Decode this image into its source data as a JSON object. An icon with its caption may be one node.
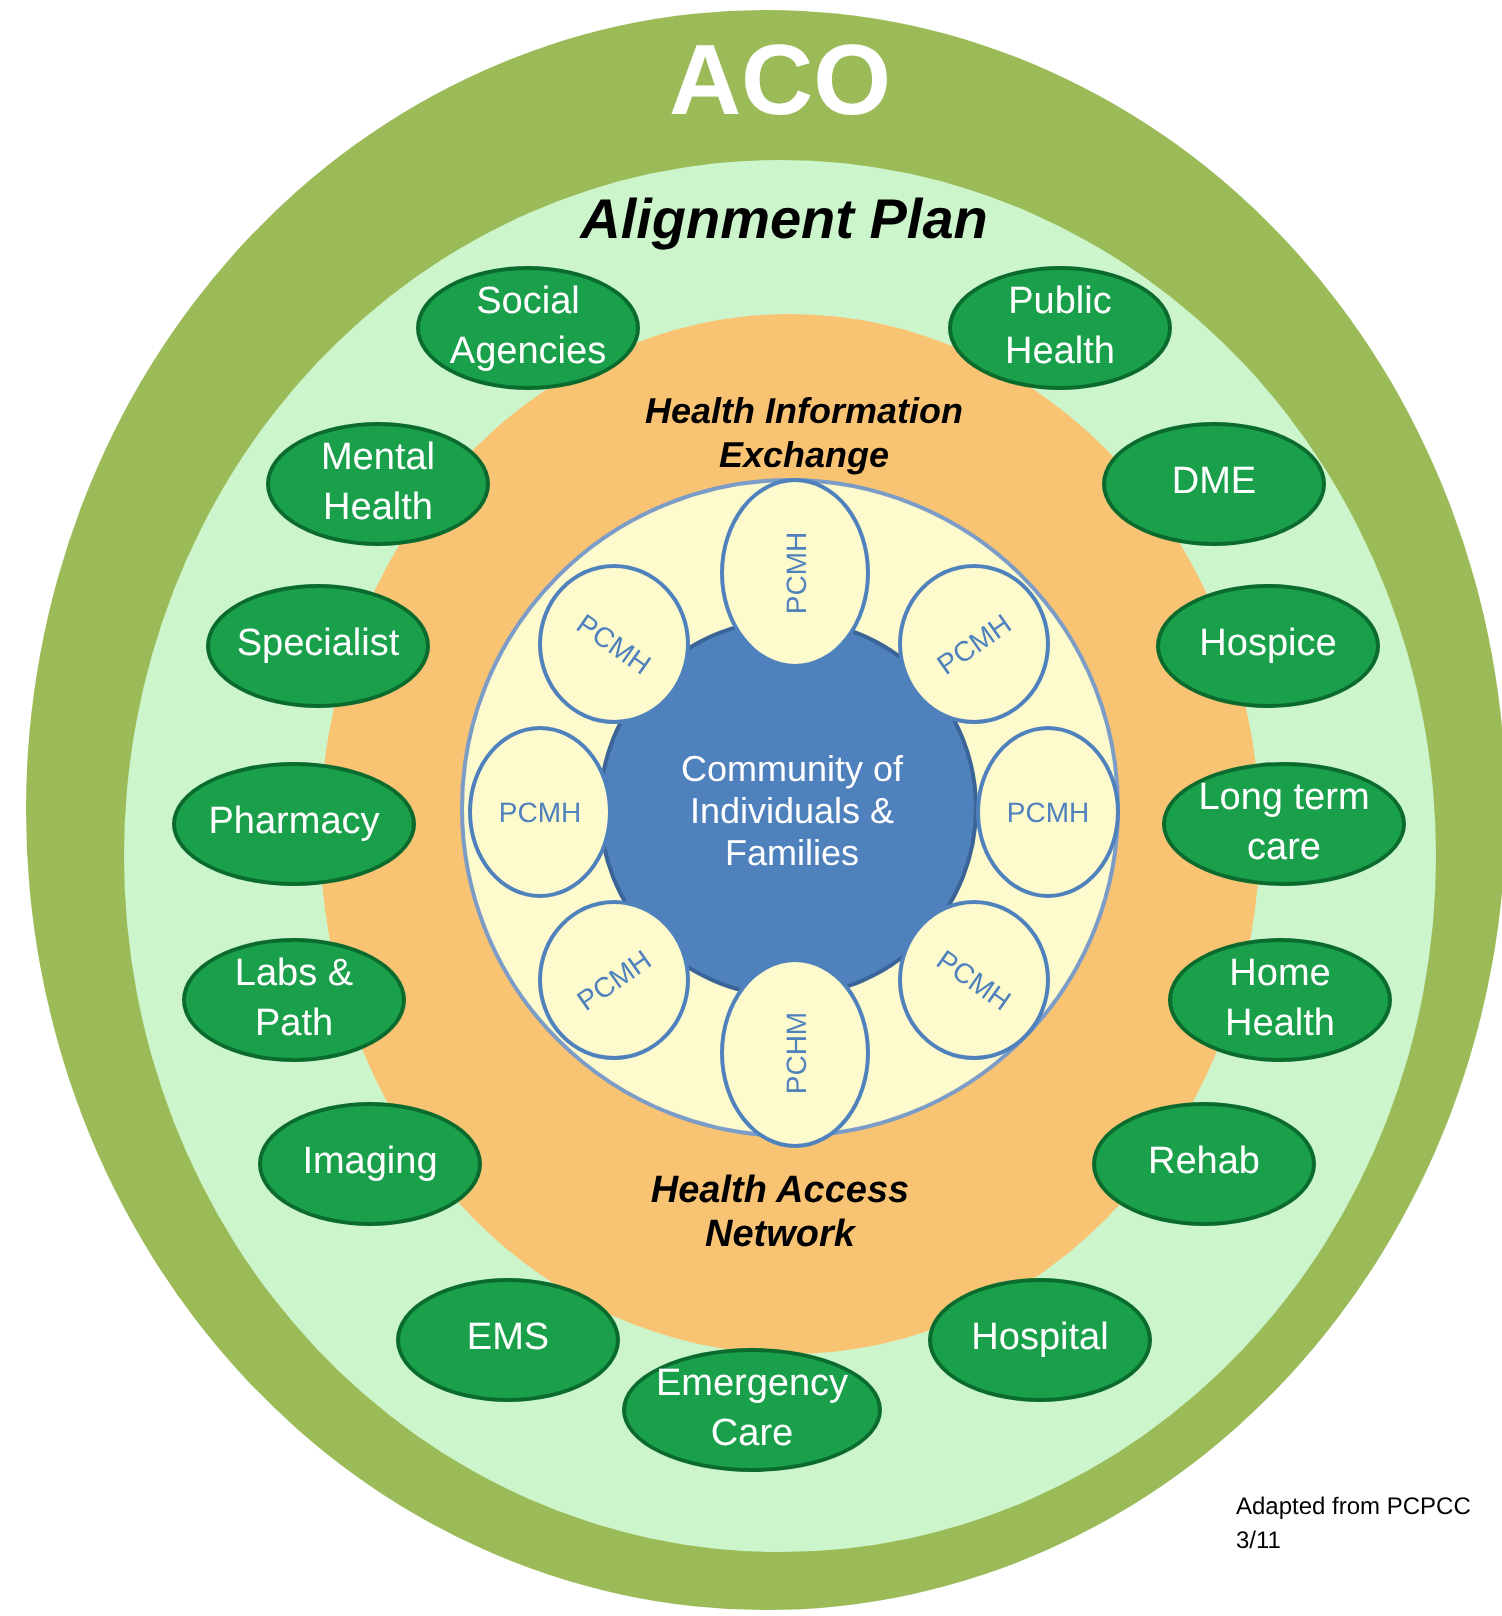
{
  "diagram": {
    "nodes": [
      {
        "text": [
          "ACO"
        ]
      },
      {
        "text": [
          "Alignment Plan"
        ],
        "in": 0
      },
      {
        "text": [
          "Health Information Exchange",
          "Health Access Network"
        ],
        "in": 1
      },
      {
        "text": [],
        "shape": "circle",
        "in": 2
      },
      {
        "text": [
          "Community of Individuals & Families"
        ],
        "in": 3
      },
      {
        "text": [
          "PCMH"
        ],
        "in": 3
      },
      {
        "text": [
          "PCMH"
        ],
        "in": 3
      },
      {
        "text": [
          "PCMH"
        ],
        "in": 3
      },
      {
        "text": [
          "PCMH"
        ],
        "in": 3
      },
      {
        "text": [
          "PCMH"
        ],
        "in": 3
      },
      {
        "text": [
          "PCMH"
        ],
        "in": 3
      },
      {
        "text": [
          "PCMH"
        ],
        "in": 3
      },
      {
        "text": [
          "PCHM"
        ],
        "in": 3
      },
      {
        "text": [
          "Social Agencies"
        ],
        "in": 1
      },
      {
        "text": [
          "Public Health"
        ],
        "in": 1
      },
      {
        "text": [
          "Mental Health"
        ],
        "in": 1
      },
      {
        "text": [
          "DME"
        ],
        "in": 1
      },
      {
        "text": [
          "Specialist"
        ],
        "in": 1
      },
      {
        "text": [
          "Hospice"
        ],
        "in": 1
      },
      {
        "text": [
          "Pharmacy"
        ],
        "in": 1
      },
      {
        "text": [
          "Long term care"
        ],
        "in": 1
      },
      {
        "text": [
          "Labs & Path"
        ],
        "in": 1
      },
      {
        "text": [
          "Home Health"
        ],
        "in": 1
      },
      {
        "text": [
          "Imaging"
        ],
        "in": 1
      },
      {
        "text": [
          "Rehab"
        ],
        "in": 1
      },
      {
        "text": [
          "EMS"
        ],
        "in": 1
      },
      {
        "text": [
          "Hospital"
        ],
        "in": 1
      },
      {
        "text": [
          "Emergency Care"
        ],
        "in": 1
      }
    ],
    "edges": [],
    "labels": [
      "Adapted from PCPCC 3/11"
    ]
  }
}
